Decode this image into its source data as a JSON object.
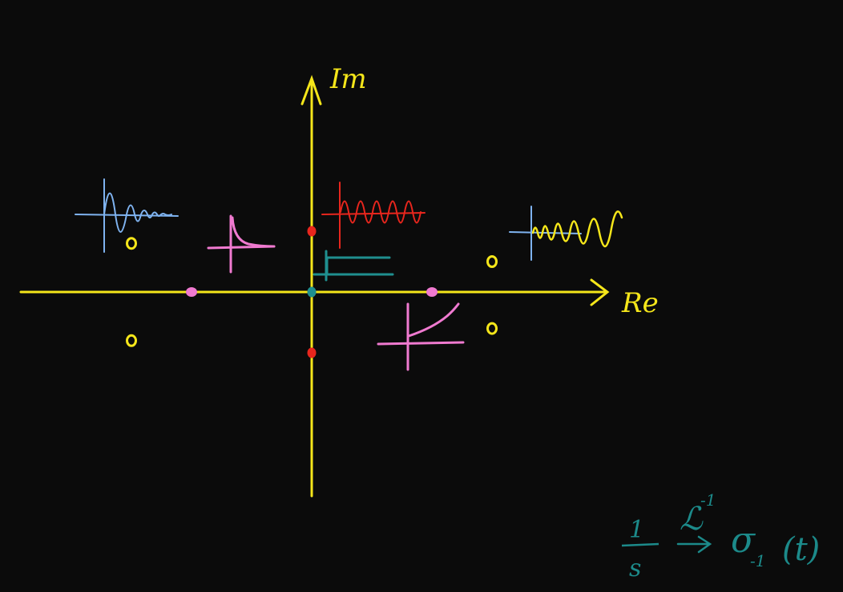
{
  "canvas": {
    "background": "#0b0b0b"
  },
  "colors": {
    "axis": "#f5e61a",
    "pink": "#f07ad0",
    "red": "#e8261d",
    "teal": "#1f8f8f",
    "blue": "#7fb3f0",
    "yellow": "#f5e61a"
  },
  "axes": {
    "imag_label": "Im",
    "real_label": "Re"
  },
  "poles": [
    {
      "id": "origin",
      "color": "teal",
      "re": 0,
      "im": 0
    },
    {
      "id": "imag-upper",
      "color": "red",
      "re": 0,
      "im": 1
    },
    {
      "id": "imag-lower",
      "color": "red",
      "re": 0,
      "im": -1
    },
    {
      "id": "real-left",
      "color": "pink",
      "re": -1,
      "im": 0
    },
    {
      "id": "real-right",
      "color": "pink",
      "re": 1,
      "im": 0
    },
    {
      "id": "upper-left",
      "color": "yellow",
      "re": -1.5,
      "im": 0.8
    },
    {
      "id": "lower-left",
      "color": "yellow",
      "re": -1.5,
      "im": -0.8
    },
    {
      "id": "upper-right",
      "color": "yellow",
      "re": 1.5,
      "im": 0.5
    },
    {
      "id": "lower-right",
      "color": "yellow",
      "re": 1.5,
      "im": -0.6
    }
  ],
  "response_sketches": [
    {
      "id": "decaying-exponential",
      "color": "pink"
    },
    {
      "id": "growing-exponential",
      "color": "pink"
    },
    {
      "id": "sustained-oscillation",
      "color": "red"
    },
    {
      "id": "unit-step",
      "color": "teal"
    },
    {
      "id": "decaying-oscillation",
      "color": "blue"
    },
    {
      "id": "growing-oscillation",
      "color": "yellow"
    }
  ],
  "formula": {
    "numerator": "1",
    "denominator": "s",
    "inverse_symbol": "ℒ",
    "inverse_exp": "-1",
    "result_symbol": "σ",
    "result_sub": "-1",
    "result_arg": "(t)",
    "color": "#1c8a8a"
  }
}
